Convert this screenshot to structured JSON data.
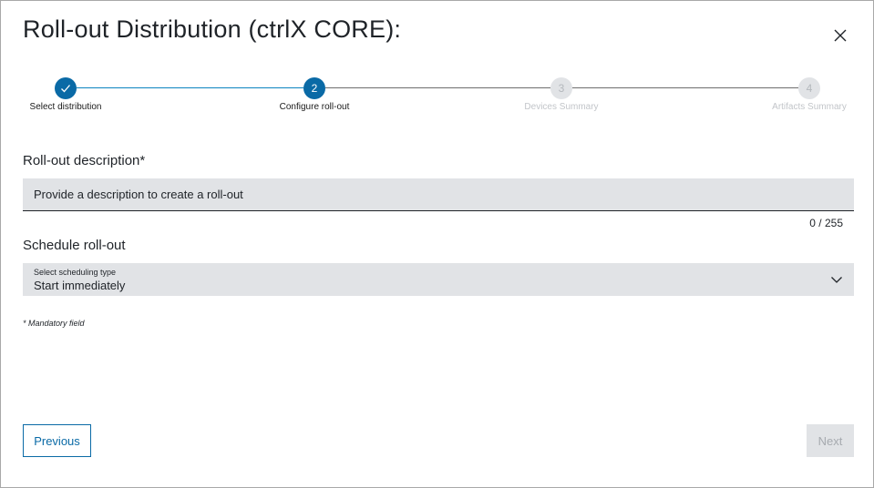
{
  "dialog": {
    "title": "Roll-out Distribution (ctrlX CORE):",
    "close_icon": "close-icon"
  },
  "stepper": {
    "steps": [
      {
        "number": "",
        "label": "Select distribution",
        "state": "done"
      },
      {
        "number": "2",
        "label": "Configure roll-out",
        "state": "active"
      },
      {
        "number": "3",
        "label": "Devices Summary",
        "state": "inactive"
      },
      {
        "number": "4",
        "label": "Artifacts Summary",
        "state": "inactive"
      }
    ]
  },
  "description": {
    "label": "Roll-out description*",
    "placeholder": "Provide a description to create a roll-out",
    "value": "",
    "counter": "0 / 255"
  },
  "schedule": {
    "label": "Schedule roll-out",
    "caption": "Select scheduling type",
    "value": "Start immediately"
  },
  "mandatory_note": "* Mandatory field",
  "buttons": {
    "previous": "Previous",
    "next": "Next"
  },
  "colors": {
    "accent": "#0a6aa6",
    "field_bg": "#e1e3e6"
  }
}
